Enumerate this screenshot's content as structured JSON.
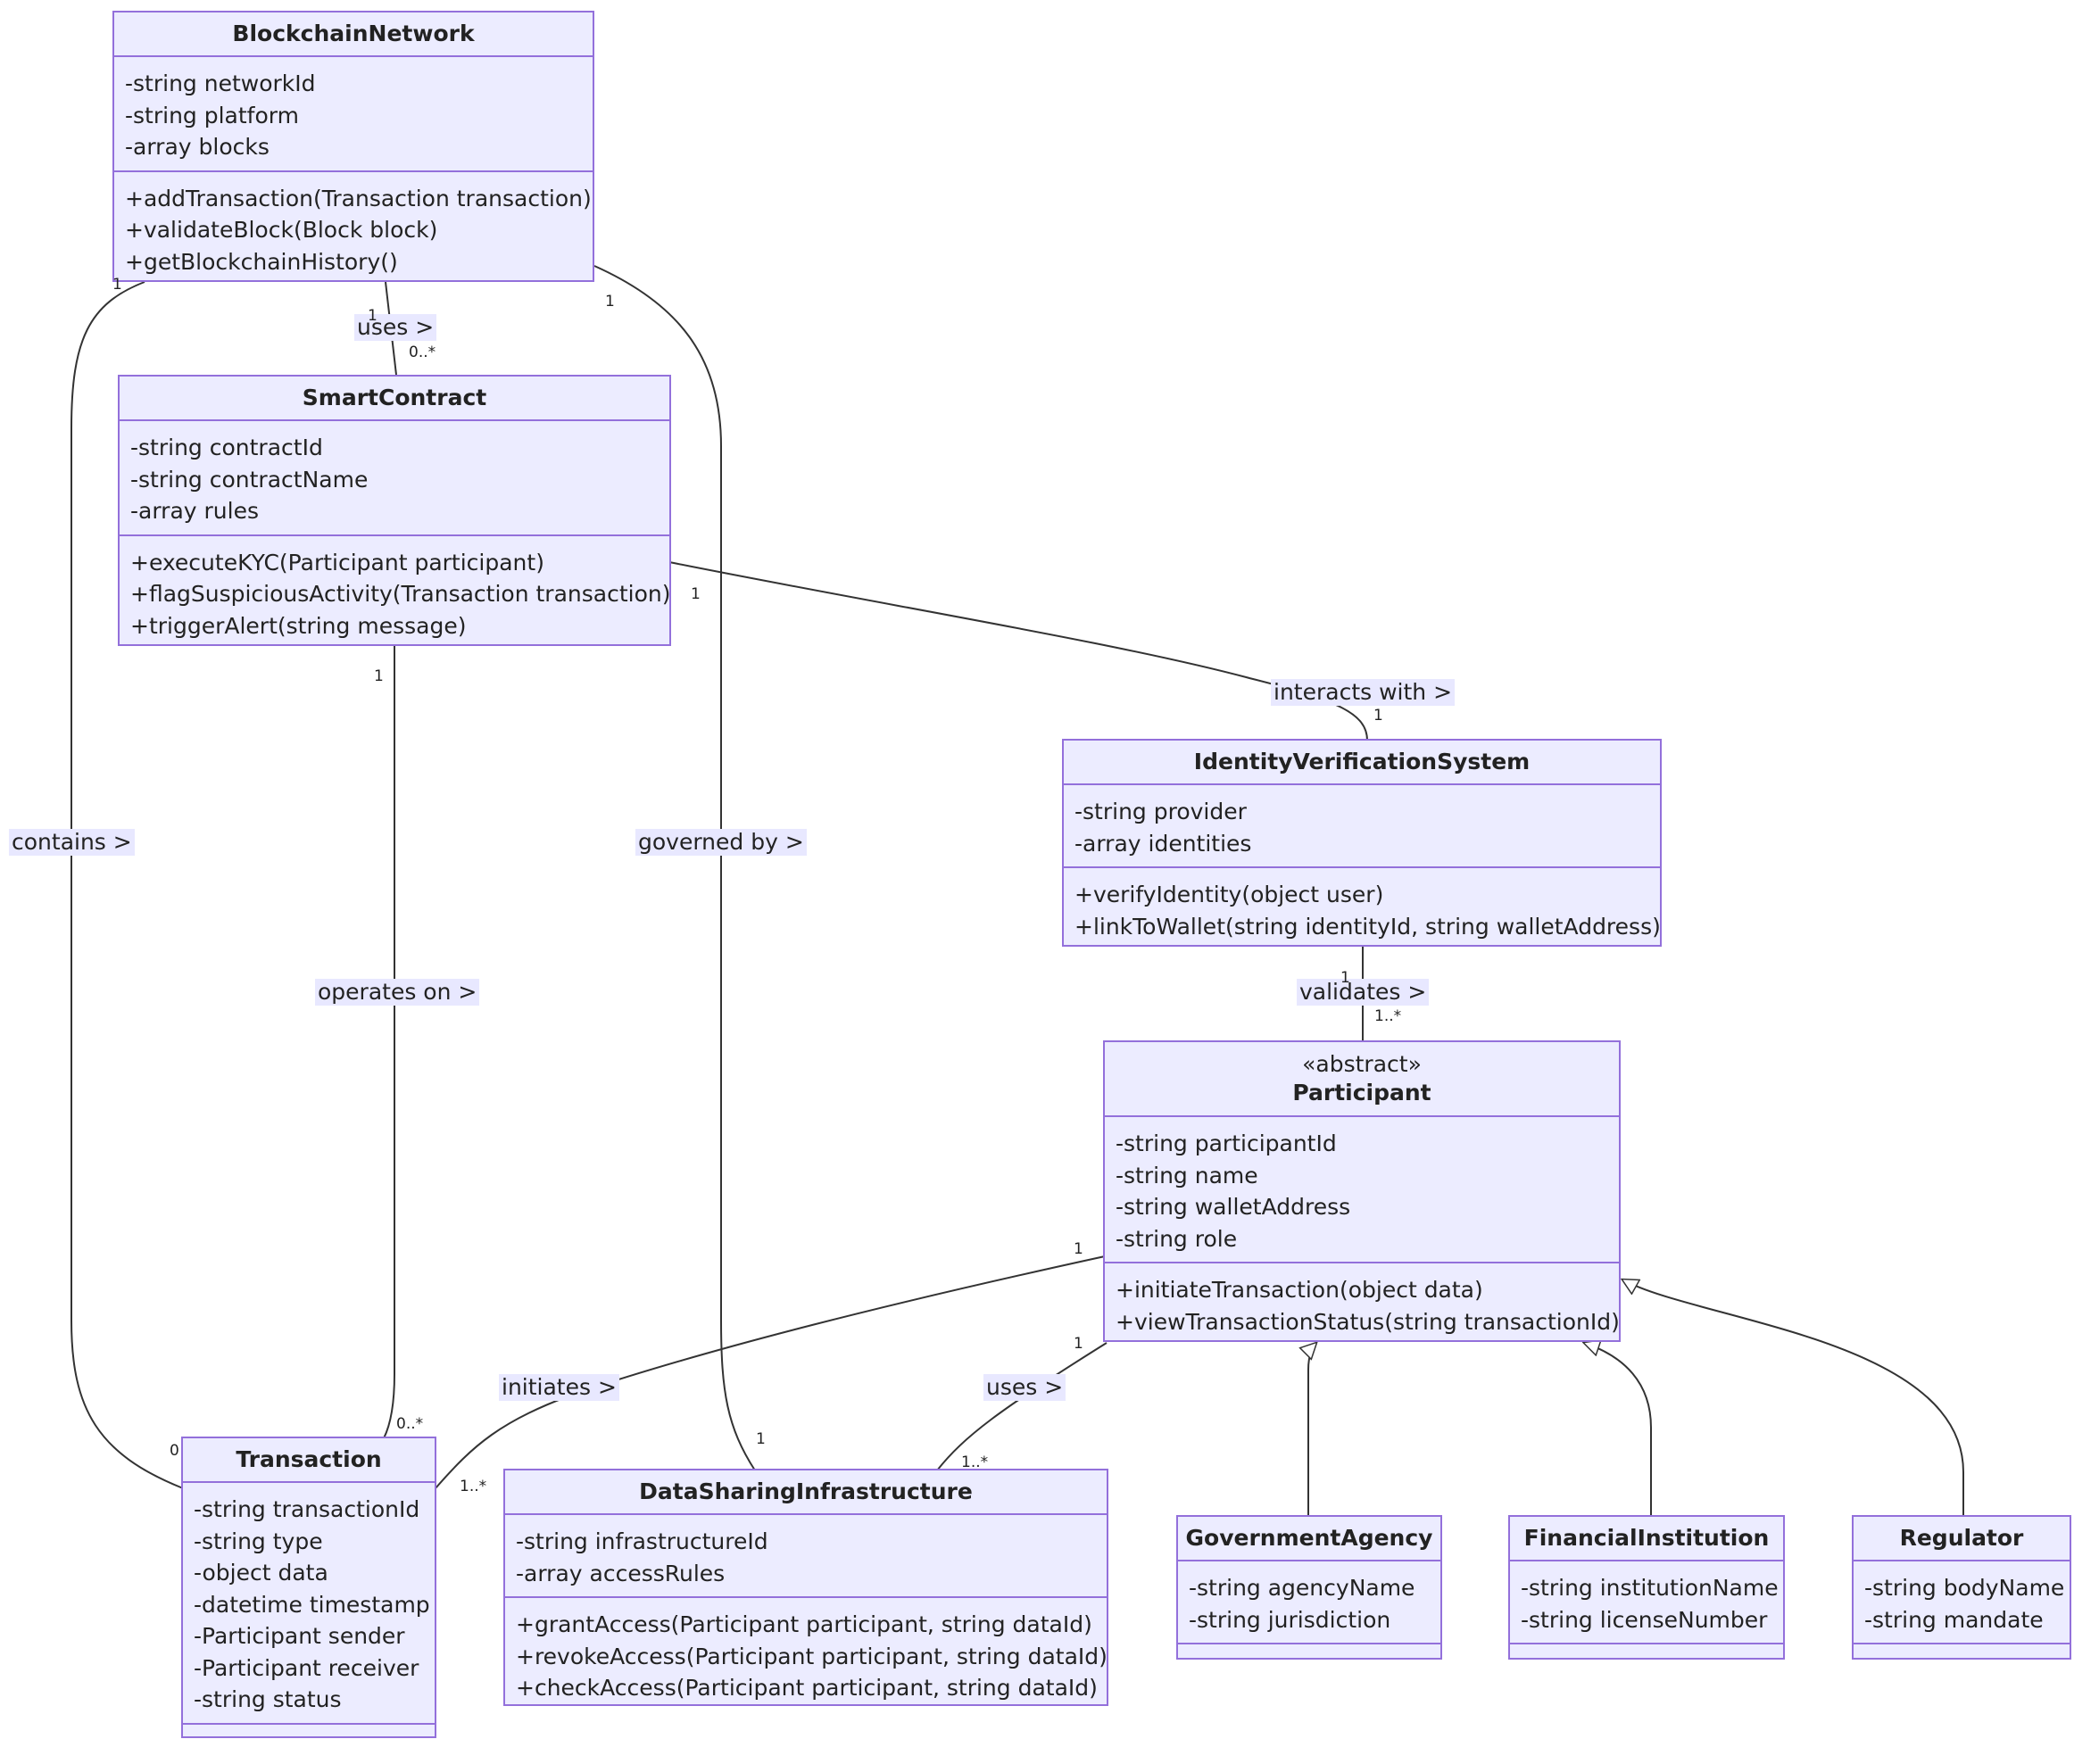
{
  "classes": {
    "blockchain": {
      "name": "BlockchainNetwork",
      "attributes": [
        "-string networkId",
        "-string platform",
        "-array blocks"
      ],
      "methods": [
        "+addTransaction(Transaction transaction)",
        "+validateBlock(Block block)",
        "+getBlockchainHistory()"
      ]
    },
    "smartcontract": {
      "name": "SmartContract",
      "attributes": [
        "-string contractId",
        "-string contractName",
        "-array rules"
      ],
      "methods": [
        "+executeKYC(Participant participant)",
        "+flagSuspiciousActivity(Transaction transaction)",
        "+triggerAlert(string message)"
      ]
    },
    "identity": {
      "name": "IdentityVerificationSystem",
      "attributes": [
        "-string provider",
        "-array identities"
      ],
      "methods": [
        "+verifyIdentity(object user)",
        "+linkToWallet(string identityId, string walletAddress)"
      ]
    },
    "participant": {
      "stereotype": "«abstract»",
      "name": "Participant",
      "attributes": [
        "-string participantId",
        "-string name",
        "-string walletAddress",
        "-string role"
      ],
      "methods": [
        "+initiateTransaction(object data)",
        "+viewTransactionStatus(string transactionId)"
      ]
    },
    "transaction": {
      "name": "Transaction",
      "attributes": [
        "-string transactionId",
        "-string type",
        "-object data",
        "-datetime timestamp",
        "-Participant sender",
        "-Participant receiver",
        "-string status"
      ],
      "methods": []
    },
    "datasharing": {
      "name": "DataSharingInfrastructure",
      "attributes": [
        "-string infrastructureId",
        "-array accessRules"
      ],
      "methods": [
        "+grantAccess(Participant participant, string dataId)",
        "+revokeAccess(Participant participant, string dataId)",
        "+checkAccess(Participant participant, string dataId)"
      ]
    },
    "government": {
      "name": "GovernmentAgency",
      "attributes": [
        "-string agencyName",
        "-string jurisdiction"
      ],
      "methods": []
    },
    "financial": {
      "name": "FinancialInstitution",
      "attributes": [
        "-string institutionName",
        "-string licenseNumber"
      ],
      "methods": []
    },
    "regulator": {
      "name": "Regulator",
      "attributes": [
        "-string bodyName",
        "-string mandate"
      ],
      "methods": []
    }
  },
  "relations": {
    "uses_sc": {
      "label": "uses >",
      "from_card": "1",
      "to_card": "0..*"
    },
    "contains": {
      "label": "contains >",
      "from_card": "1",
      "to_card": "0"
    },
    "governed": {
      "label": "governed by >",
      "from_card": "1",
      "to_card": "1"
    },
    "interacts": {
      "label": "interacts with >",
      "from_card": "1",
      "to_card": "1"
    },
    "operates": {
      "label": "operates on >",
      "from_card": "1",
      "to_card": "0..*"
    },
    "validates": {
      "label": "validates >",
      "from_card": "1",
      "to_card": "1..*"
    },
    "initiates": {
      "label": "initiates >",
      "from_card": "1",
      "to_card": "1..*"
    },
    "uses_ds": {
      "label": "uses >",
      "from_card": "1",
      "to_card": "1..*"
    }
  },
  "colors": {
    "fill": "#ECECFF",
    "stroke": "#9370DB",
    "line": "#333333",
    "label_bg": "#E8E8FF"
  }
}
